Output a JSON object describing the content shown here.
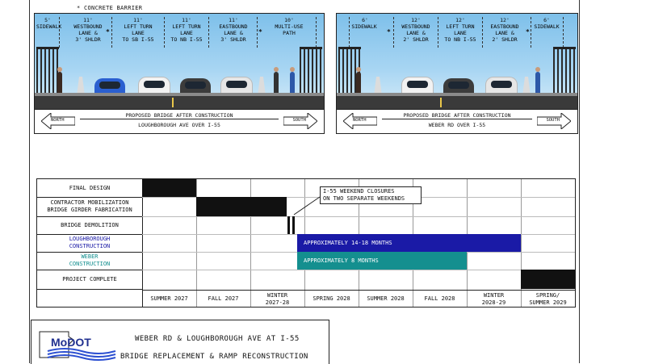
{
  "note": "* CONCRETE BARRIER",
  "left_panel": {
    "lanes": [
      {
        "width": "5'",
        "label": "SIDEWALK"
      },
      {
        "width": "11'",
        "label": "WESTBOUND\nLANE &\n3' SHLDR"
      },
      {
        "width": "11'",
        "label": "LEFT TURN\nLANE\nTO SB I-55"
      },
      {
        "width": "11'",
        "label": "LEFT TURN\nLANE\nTO NB I-55"
      },
      {
        "width": "11'",
        "label": "EASTBOUND\nLANE &\n3' SHLDR"
      },
      {
        "width": "10'",
        "label": "MULTI-USE\nPATH"
      }
    ],
    "caption_top": "PROPOSED BRIDGE AFTER CONSTRUCTION",
    "caption_bottom": "LOUGHBOROUGH AVE OVER I-55",
    "arrow_left": "NORTH",
    "arrow_right": "SOUTH"
  },
  "right_panel": {
    "lanes": [
      {
        "width": "6'",
        "label": "SIDEWALK"
      },
      {
        "width": "12'",
        "label": "WESTBOUND\nLANE &\n2' SHLDR"
      },
      {
        "width": "12'",
        "label": "LEFT TURN\nLANE\nTO NB I-55"
      },
      {
        "width": "12'",
        "label": "EASTBOUND\nLANE &\n2' SHLDR"
      },
      {
        "width": "6'",
        "label": "SIDEWALK"
      }
    ],
    "caption_top": "PROPOSED BRIDGE AFTER CONSTRUCTION",
    "caption_bottom": "WEBER RD OVER I-55",
    "arrow_left": "NORTH",
    "arrow_right": "SOUTH"
  },
  "schedule": {
    "tasks": [
      {
        "label": "FINAL DESIGN",
        "color": "#111111"
      },
      {
        "label": "CONTRACTOR MOBILIZATION\nBRIDGE GIRDER FABRICATION",
        "color": "#111111"
      },
      {
        "label": "BRIDGE DEMOLITION",
        "color": "#111111"
      },
      {
        "label": "LOUGHBOROUGH\nCONSTRUCTION",
        "color": "#1a1aa6"
      },
      {
        "label": "WEBER\nCONSTRUCTION",
        "color": "#148f8f"
      },
      {
        "label": "PROJECT COMPLETE",
        "color": "#111111"
      }
    ],
    "seasons": [
      "SUMMER 2027",
      "FALL 2027",
      "WINTER\n2027-28",
      "SPRING 2028",
      "SUMMER 2028",
      "FALL 2028",
      "WINTER\n2028-29",
      "SPRING/\nSUMMER 2029"
    ],
    "loughborough_duration": "APPROXIMATELY 14-18 MONTHS",
    "weber_duration": "APPROXIMATELY 8 MONTHS",
    "callout": "I-55 WEEKEND CLOSURES\nON TWO SEPARATE WEEKENDS",
    "colors": {
      "loughborough": "#1a1aa6",
      "weber": "#148f8f",
      "task_bar": "#111111"
    }
  },
  "title_block": {
    "logo": "MoDOT",
    "line1": "WEBER RD & LOUGHBOROUGH AVE AT I-55",
    "line2": "BRIDGE REPLACEMENT & RAMP RECONSTRUCTION"
  }
}
